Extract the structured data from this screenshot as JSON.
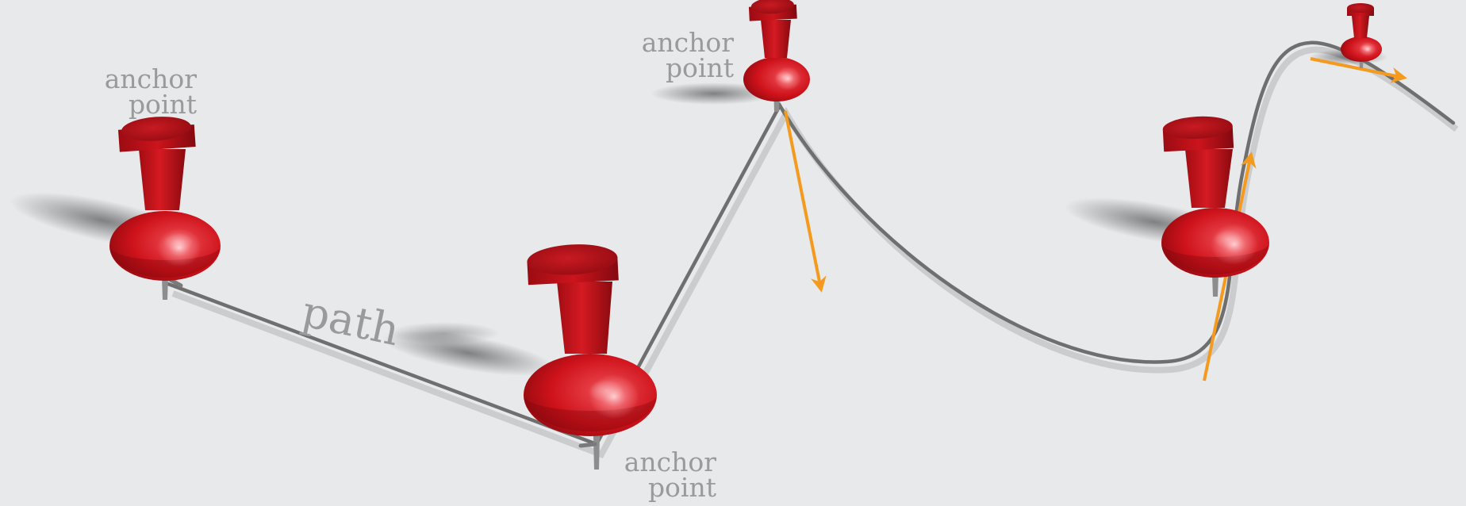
{
  "labels": {
    "anchor_1_line1": "anchor",
    "anchor_1_line2": "point",
    "anchor_2_line1": "anchor",
    "anchor_2_line2": "point",
    "anchor_3_line1": "anchor",
    "anchor_3_line2": "point",
    "path": "path"
  },
  "colors": {
    "background": "#e8e9eb",
    "pin_red": "#d0131c",
    "pin_dark_red": "#8e0a10",
    "path_stroke": "#6f6f6f",
    "handle_orange": "#f39a1f",
    "label_gray": "#9a9a9a"
  },
  "pins": [
    {
      "name": "pin-1",
      "kind": "anchor"
    },
    {
      "name": "pin-2",
      "kind": "anchor"
    },
    {
      "name": "pin-3",
      "kind": "anchor"
    },
    {
      "name": "pin-4",
      "kind": "smooth-anchor"
    },
    {
      "name": "pin-5",
      "kind": "smooth-anchor"
    }
  ]
}
